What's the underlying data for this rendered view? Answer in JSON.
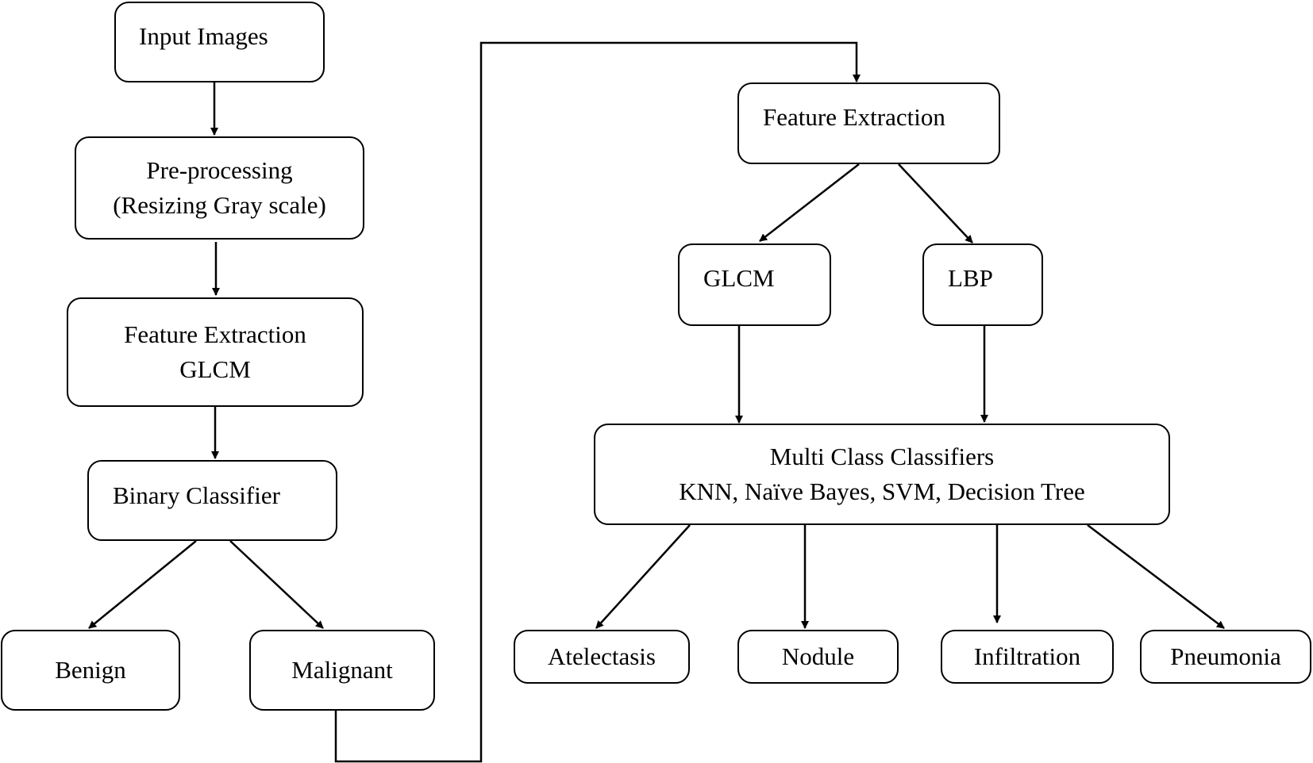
{
  "diagram": {
    "nodes": {
      "input_images": "Input Images",
      "preprocessing": [
        "Pre-processing",
        "(Resizing Gray scale)"
      ],
      "feature_extraction_glcm": [
        "Feature Extraction",
        "GLCM"
      ],
      "binary_classifier": "Binary Classifier",
      "benign": "Benign",
      "malignant": "Malignant",
      "feature_extraction": "Feature Extraction",
      "glcm": "GLCM",
      "lbp": "LBP",
      "multi_class": [
        "Multi Class Classifiers",
        "KNN, Naïve Bayes, SVM, Decision Tree"
      ],
      "atelectasis": "Atelectasis",
      "nodule": "Nodule",
      "infiltration": "Infiltration",
      "pneumonia": "Pneumonia"
    },
    "line_color": "#000000",
    "box_fill": "#ffffff"
  }
}
